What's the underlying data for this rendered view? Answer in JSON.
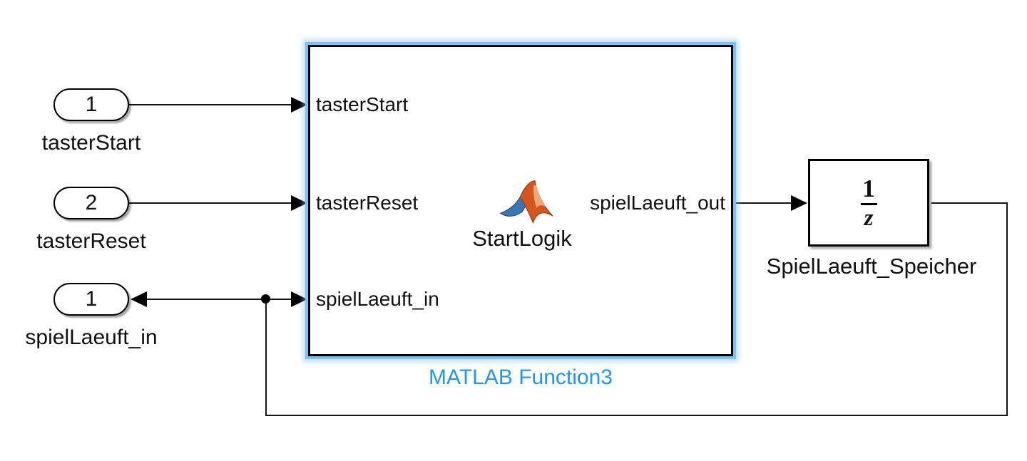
{
  "colors": {
    "background": "#ffffff",
    "wire": "#151515",
    "selection_glow": "#7dc2f4",
    "selected_label_blue": "#2196f3",
    "logo_orange": "#d4551d",
    "logo_blue": "#3a76b4"
  },
  "inport1": {
    "number": "1",
    "name": "tasterStart"
  },
  "inport2": {
    "number": "2",
    "name": "tasterReset"
  },
  "outport1": {
    "number": "1",
    "name": "spielLaeuft_in"
  },
  "matlab_function": {
    "name": "MATLAB Function3",
    "script_label": "StartLogik",
    "in_ports": {
      "p1": "tasterStart",
      "p2": "tasterReset",
      "p3": "spielLaeuft_in"
    },
    "out_ports": {
      "p1": "spielLaeuft_out"
    }
  },
  "unit_delay": {
    "name": "SpielLaeuft_Speicher",
    "numerator": "1",
    "denominator": "z"
  }
}
